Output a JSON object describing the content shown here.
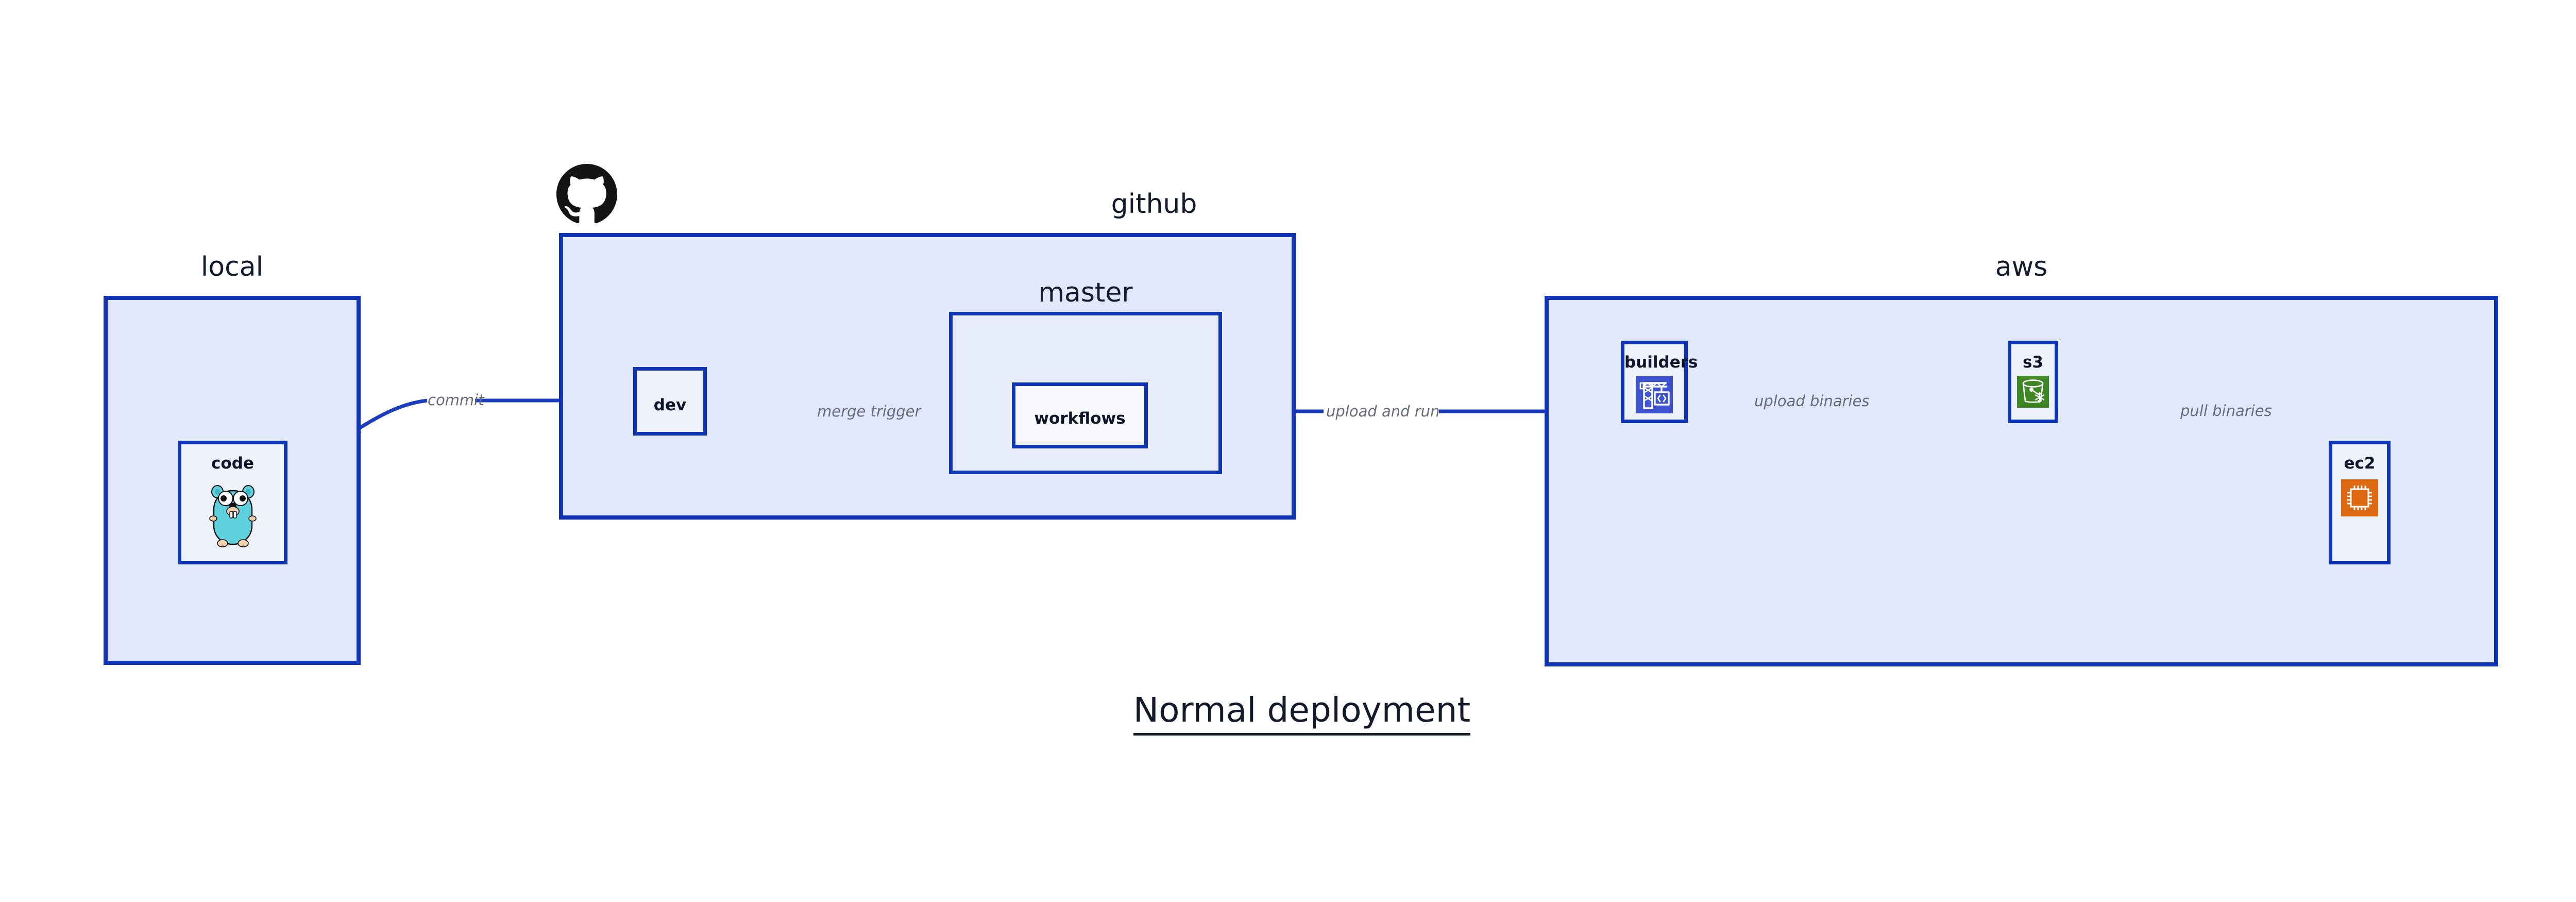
{
  "diagram": {
    "title": "Normal deployment",
    "colors": {
      "group_fill": "#e2e8fb",
      "group_fill_inner": "#e9eefc",
      "node_fill": "#edf1fc",
      "node_fill_white": "#f7f9fe",
      "border": "#0f33b5",
      "edge": "#1b3cbe",
      "edge_label": "#676c78",
      "text": "#10162b",
      "builders_icon_bg": "#4154d0",
      "s3_icon_bg": "#3f8624",
      "ec2_icon_bg": "#dd6a12",
      "gopher_body": "#5fd0dd",
      "github_logo": "#141414"
    },
    "groups": [
      {
        "id": "local",
        "label": "local"
      },
      {
        "id": "github",
        "label": "github"
      },
      {
        "id": "master",
        "label": "master"
      },
      {
        "id": "aws",
        "label": "aws"
      }
    ],
    "nodes": [
      {
        "id": "code",
        "label": "code",
        "icon": "go-gopher-icon"
      },
      {
        "id": "dev",
        "label": "dev",
        "icon": null
      },
      {
        "id": "workflows",
        "label": "workflows",
        "icon": null
      },
      {
        "id": "builders",
        "label": "builders",
        "icon": "aws-codebuild-crane-icon"
      },
      {
        "id": "s3",
        "label": "s3",
        "icon": "aws-s3-glacier-bucket-icon"
      },
      {
        "id": "ec2",
        "label": "ec2",
        "icon": "aws-ec2-chip-icon"
      }
    ],
    "edges": [
      {
        "id": "code-to-dev",
        "label": "commit",
        "from": "code",
        "to": "dev"
      },
      {
        "id": "dev-to-workflows",
        "label": "merge trigger",
        "from": "dev",
        "to": "workflows"
      },
      {
        "id": "workflows-to-builders",
        "label": "upload and run",
        "from": "workflows",
        "to": "builders"
      },
      {
        "id": "builders-to-s3",
        "label": "upload binaries",
        "from": "builders",
        "to": "s3"
      },
      {
        "id": "s3-to-ec2",
        "label": "pull binaries",
        "from": "s3",
        "to": "ec2"
      }
    ],
    "logos": [
      {
        "id": "github-octocat",
        "name": "github-octocat-logo"
      }
    ]
  }
}
